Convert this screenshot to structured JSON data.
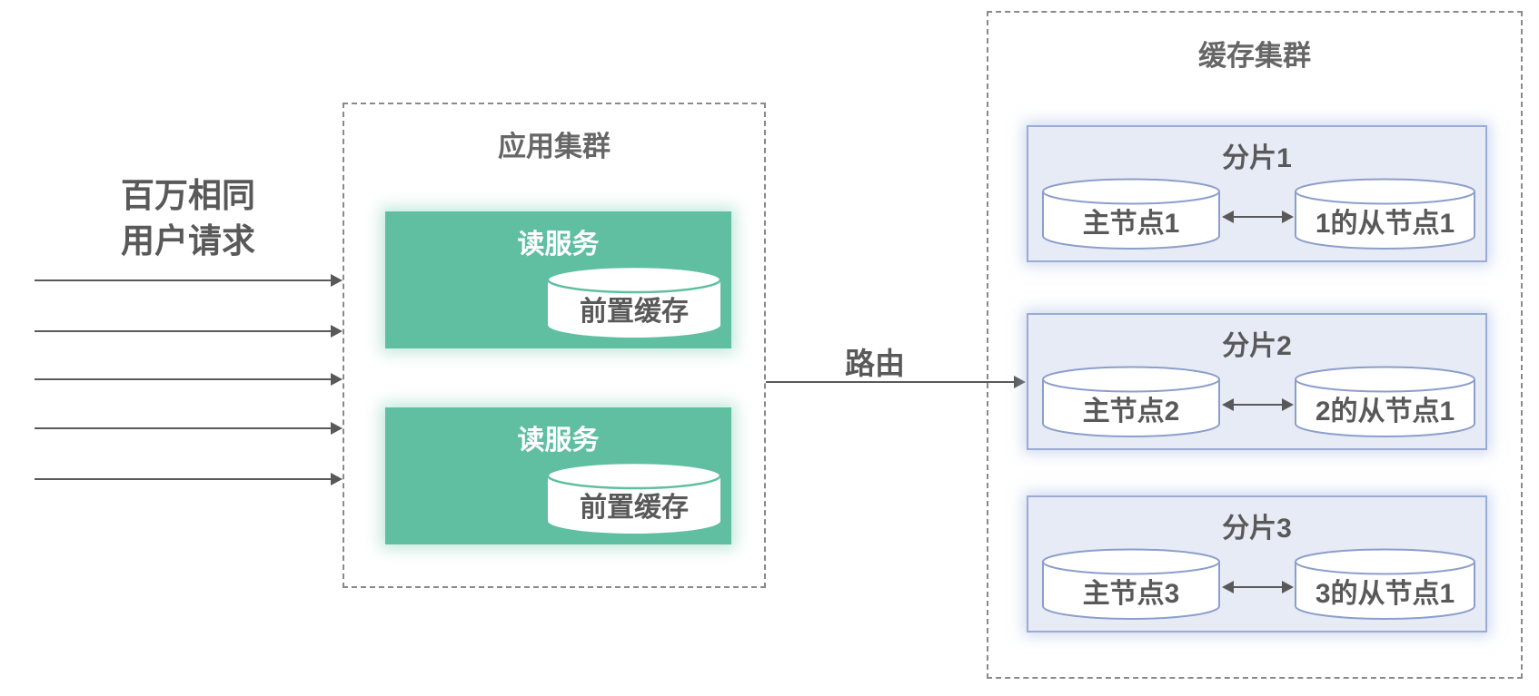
{
  "diagram_title": "",
  "left": {
    "label_line1": "百万相同",
    "label_line2": "用户请求",
    "request_arrow_count": 5
  },
  "app_cluster": {
    "title": "应用集群",
    "services": [
      {
        "label": "读服务",
        "cache_label": "前置缓存"
      },
      {
        "label": "读服务",
        "cache_label": "前置缓存"
      }
    ]
  },
  "route": {
    "label": "路由"
  },
  "cache_cluster": {
    "title": "缓存集群",
    "shards": [
      {
        "title": "分片1",
        "master": "主节点1",
        "slave": "1的从节点1"
      },
      {
        "title": "分片2",
        "master": "主节点2",
        "slave": "2的从节点1"
      },
      {
        "title": "分片3",
        "master": "主节点3",
        "slave": "3的从节点1"
      }
    ]
  },
  "colors": {
    "service_green": "#5fbfa0",
    "shard_fill": "#e7ebf6",
    "shard_border": "#9aabd4",
    "cylinder_border_blue": "#8c9ecb",
    "dashed_border": "#8a8a8a",
    "text_dark_gray": "#595959",
    "service_text": "#ffffff",
    "arrow": "#595959",
    "background": "#ffffff"
  }
}
